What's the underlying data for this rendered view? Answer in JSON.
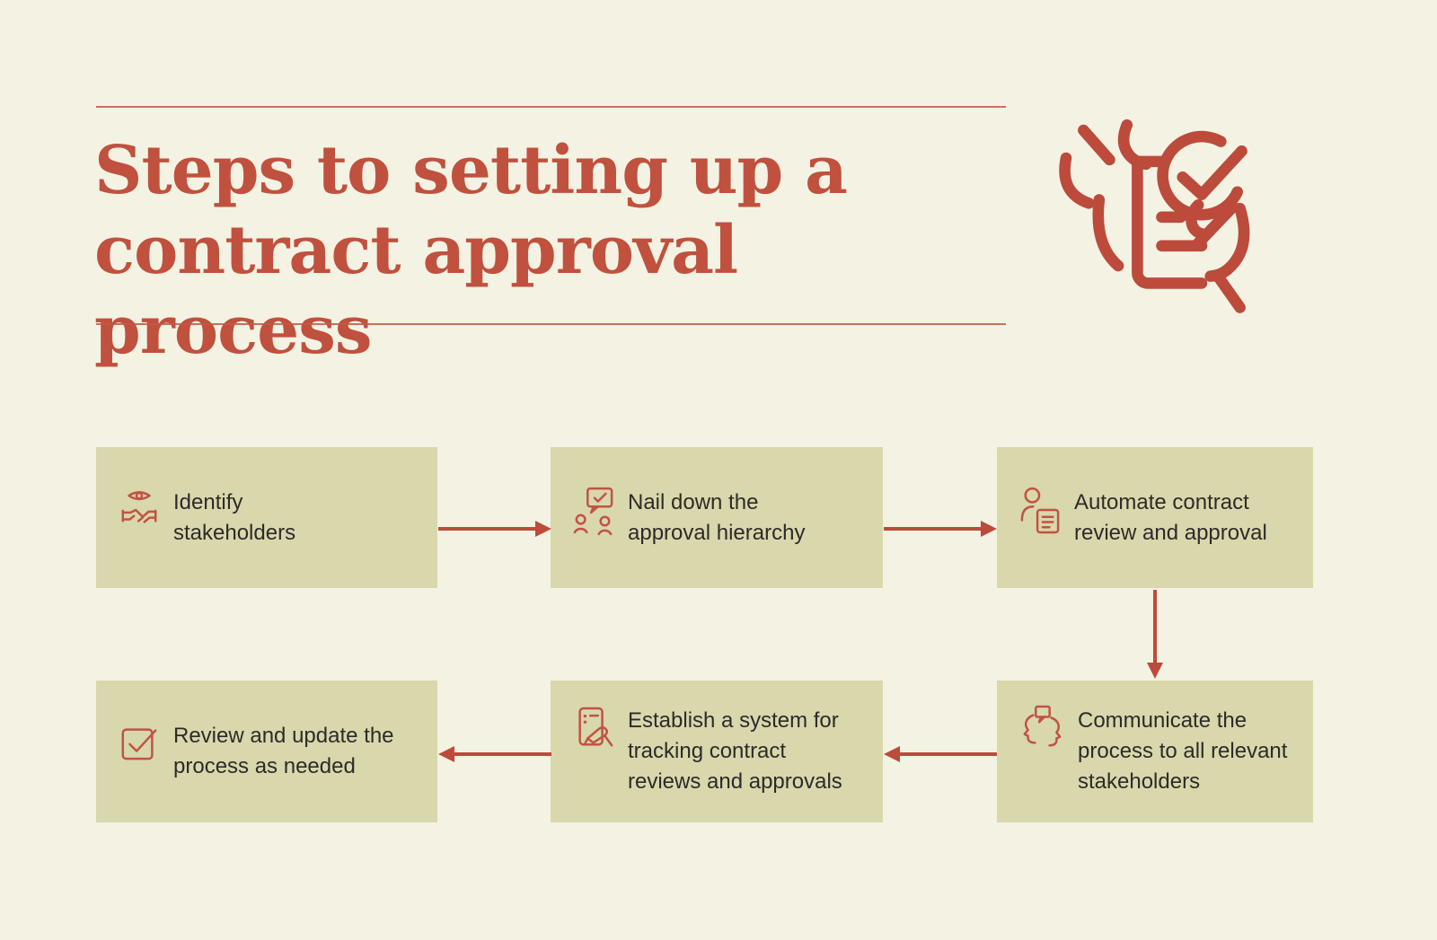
{
  "page": {
    "background_color": "#f4f2e3",
    "box_color": "#d9d7ac",
    "accent_color": "#bc4b3b",
    "title_color": "#c0513e",
    "text_color": "#2d2b28"
  },
  "header": {
    "title_line1": "Steps to setting up a",
    "title_line2": "contract approval process",
    "hero_icon": "hands-holding-contract-with-check-icon"
  },
  "flowchart": {
    "steps": [
      {
        "id": 1,
        "label": "Identify stakeholders",
        "icon": "eye-over-handshake-icon",
        "position": "top-left"
      },
      {
        "id": 2,
        "label": "Nail down the approval hierarchy",
        "icon": "people-approval-bubble-icon",
        "position": "top-center"
      },
      {
        "id": 3,
        "label": "Automate contract review and approval",
        "icon": "person-with-document-icon",
        "position": "top-right"
      },
      {
        "id": 4,
        "label": "Communicate the process to all relevant stakeholders",
        "icon": "talking-profiles-bubble-icon",
        "position": "bottom-right"
      },
      {
        "id": 5,
        "label": "Establish a system for tracking contract reviews and approvals",
        "icon": "document-signing-pen-icon",
        "position": "bottom-center"
      },
      {
        "id": 6,
        "label": "Review and update the process as needed",
        "icon": "checked-checkbox-icon",
        "position": "bottom-left"
      }
    ],
    "arrows": [
      {
        "from": 1,
        "to": 2,
        "direction": "right"
      },
      {
        "from": 2,
        "to": 3,
        "direction": "right"
      },
      {
        "from": 3,
        "to": 4,
        "direction": "down"
      },
      {
        "from": 4,
        "to": 5,
        "direction": "left"
      },
      {
        "from": 5,
        "to": 6,
        "direction": "left"
      }
    ]
  }
}
